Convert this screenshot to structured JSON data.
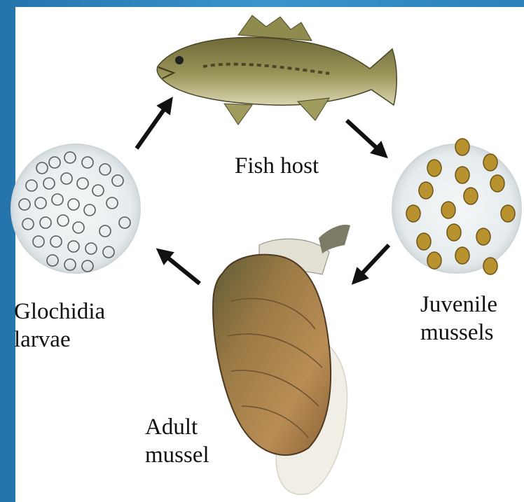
{
  "labels": {
    "fish_host": "Fish host",
    "juvenile_mussels": "Juvenile\nmussels",
    "adult_mussel": "Adult\nmussel",
    "glochidia_larvae": "Glochidia\nlarvae"
  },
  "colors": {
    "background": "#2a7fb6",
    "panel": "#ffffff",
    "arrow": "#111111",
    "fish": "#8b8a50",
    "shell": "#a7824f",
    "juvenile": "#b8922f"
  },
  "icons": [
    "fish-illustration",
    "glochidia-microscope-circle",
    "juvenile-mussels-microscope-circle",
    "adult-mussel-photo",
    "cycle-arrow"
  ]
}
